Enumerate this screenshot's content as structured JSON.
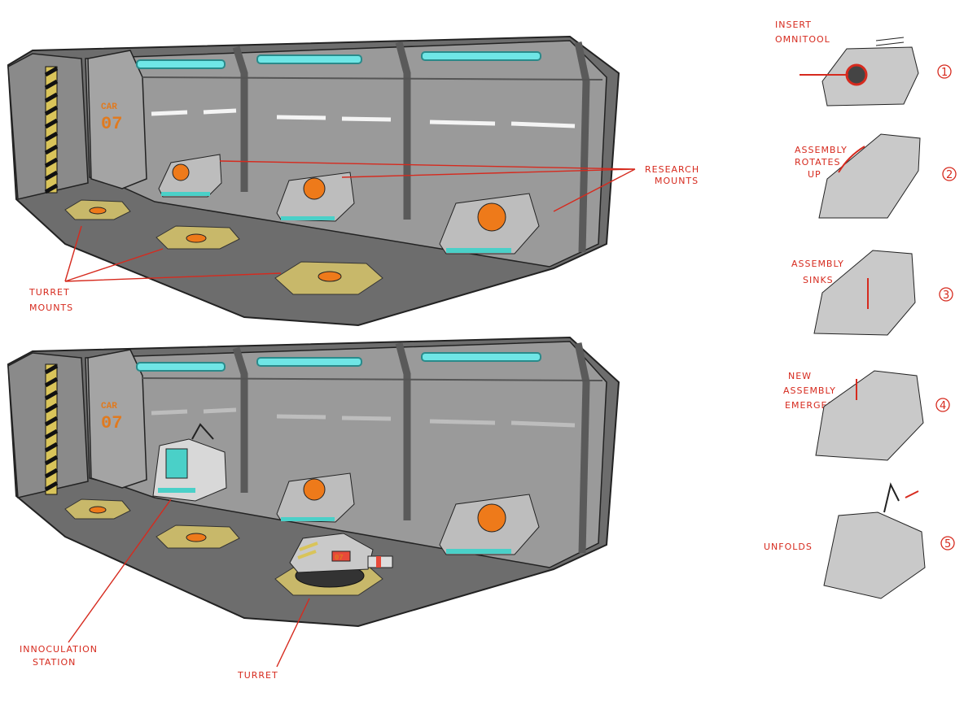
{
  "scene_top": {
    "car_label": "CAR",
    "car_number": "07",
    "labels": {
      "research_mounts": [
        "RESEARCH",
        "MOUNTS"
      ],
      "turret_mounts": [
        "TURRET",
        "MOUNTS"
      ]
    }
  },
  "scene_bottom": {
    "car_label": "CAR",
    "car_number": "07",
    "turret_tag": "07",
    "labels": {
      "innoculation_station": [
        "INNOCULATION",
        "STATION"
      ],
      "turret": [
        "TURRET"
      ]
    }
  },
  "steps": [
    {
      "number": "1",
      "caption": [
        "INSERT",
        "OMNITOOL"
      ]
    },
    {
      "number": "2",
      "caption": [
        "ASSEMBLY",
        "ROTATES",
        "UP"
      ]
    },
    {
      "number": "3",
      "caption": [
        "ASSEMBLY",
        "SINKS"
      ]
    },
    {
      "number": "4",
      "caption": [
        "NEW",
        "ASSEMBLY",
        "EMERGES"
      ]
    },
    {
      "number": "5",
      "caption": [
        "UNFOLDS"
      ]
    }
  ],
  "colors": {
    "annotation_red": "#d62a1e",
    "wall_gray": "#8f8f8f",
    "floor_gray": "#6f6f6f",
    "light_cyan": "#6fe6e6",
    "mount_yellow": "#e0d07a",
    "core_orange": "#ee7a1a"
  }
}
